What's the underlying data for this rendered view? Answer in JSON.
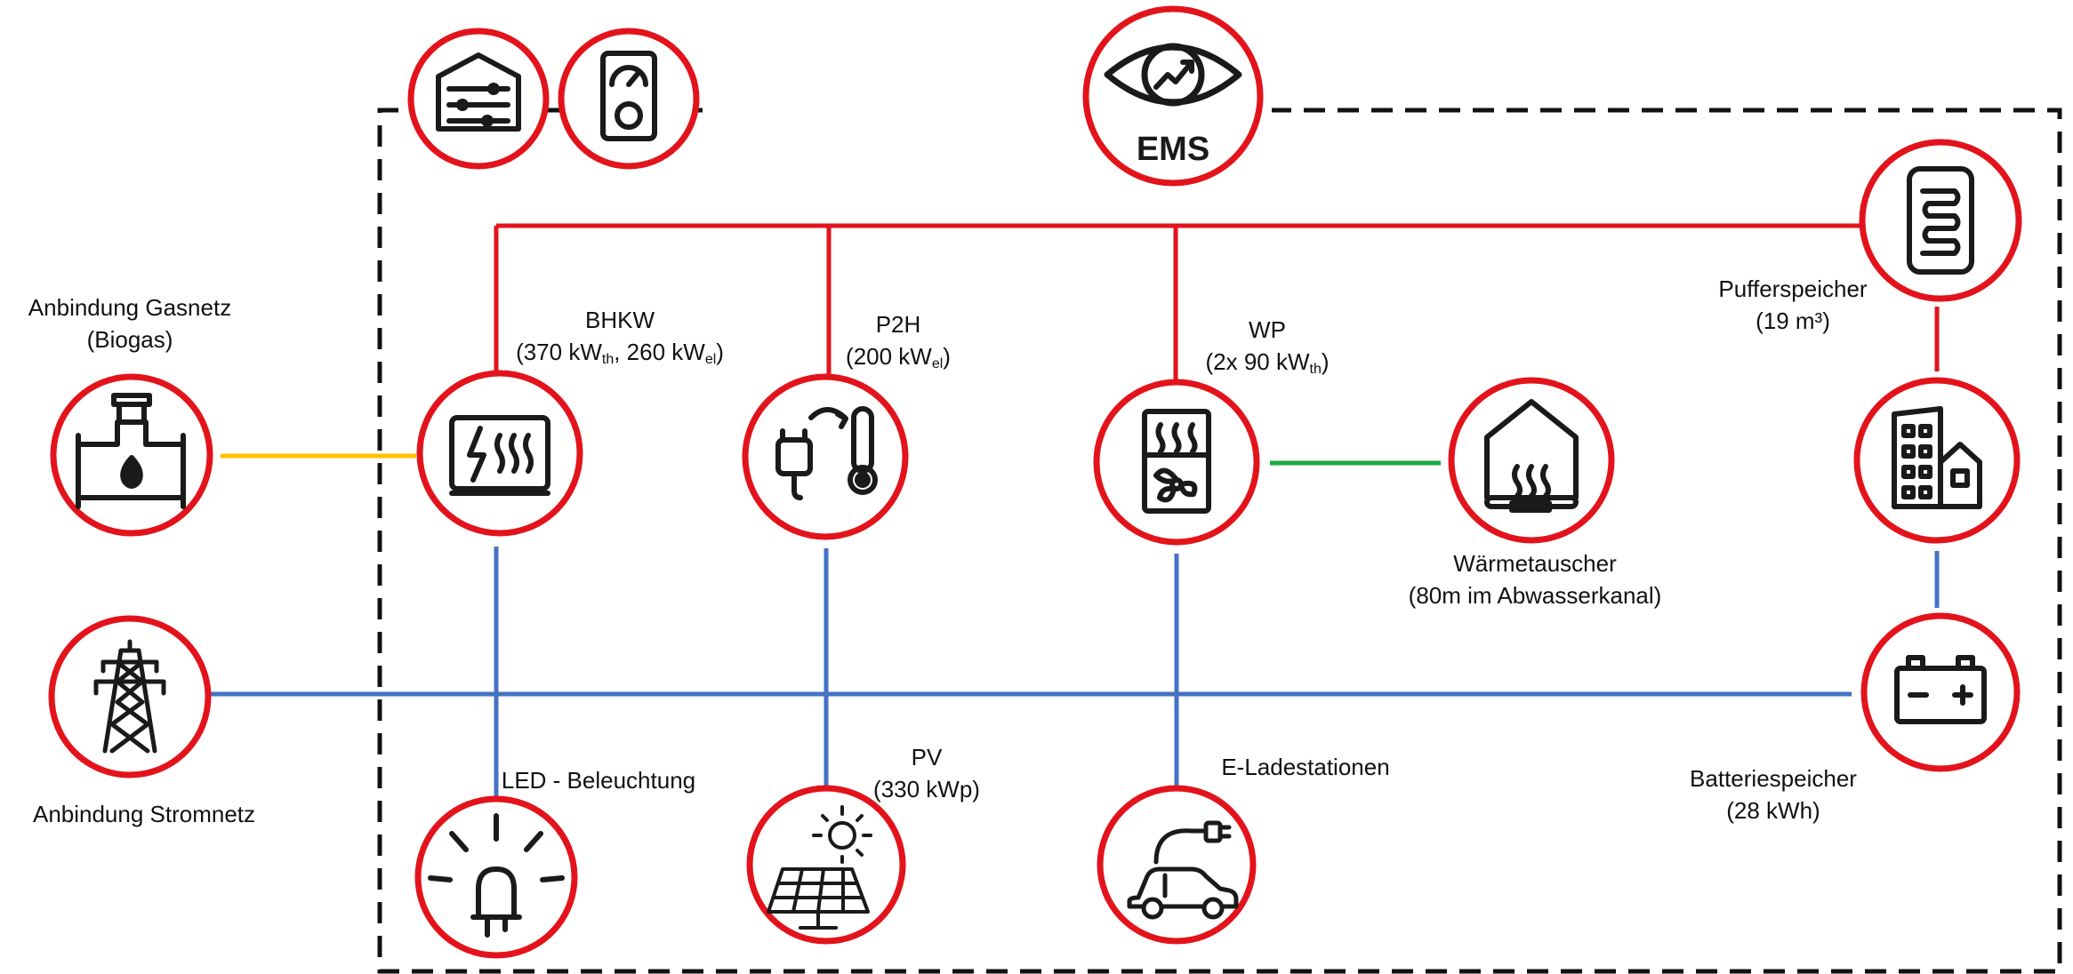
{
  "ems": {
    "label": "EMS"
  },
  "nodes": {
    "gasnetz": {
      "line1": "Anbindung Gasnetz",
      "line2": "(Biogas)",
      "icon": "gas-pipe-icon"
    },
    "stromnetz": {
      "line1": "Anbindung Stromnetz",
      "icon": "power-pylon-icon"
    },
    "bhkw": {
      "title": "BHKW",
      "detail_prefix": "(370 kW",
      "detail_sub1": "th",
      "detail_mid": ", 260 kW",
      "detail_sub2": "el",
      "detail_suffix": ")",
      "icon": "chp-generator-icon"
    },
    "p2h": {
      "title": "P2H",
      "detail_prefix": "(200 kW",
      "detail_sub": "el",
      "detail_suffix": ")",
      "icon": "power-to-heat-icon"
    },
    "wp": {
      "title": "WP",
      "detail_prefix": "(2x 90 kW",
      "detail_sub": "th",
      "detail_suffix": ")",
      "icon": "heat-pump-icon"
    },
    "waermetauscher": {
      "line1": "Wärmetauscher",
      "line2": "(80m im Abwasserkanal)",
      "icon": "heat-exchanger-icon"
    },
    "pufferspeicher": {
      "line1": "Pufferspeicher",
      "line2": "(19 m³)",
      "icon": "buffer-tank-icon"
    },
    "gebaeude": {
      "icon": "buildings-icon"
    },
    "batterie": {
      "line1": "Batteriespeicher",
      "line2": "(28 kWh)",
      "icon": "battery-icon"
    },
    "led": {
      "line1": "LED - Beleuchtung",
      "icon": "led-icon"
    },
    "pv": {
      "line1": "PV",
      "line2": "(330 kWp)",
      "icon": "solar-panel-icon"
    },
    "eladen": {
      "line1": "E-Ladestationen",
      "icon": "ev-charging-icon"
    },
    "steuerung": {
      "icon": "control-panel-icon"
    },
    "messung": {
      "icon": "meter-icon"
    }
  },
  "colors": {
    "circle_stroke": "#e3131b",
    "heat_line": "#e3131b",
    "power_line": "#4472c4",
    "gas_line": "#ffc000",
    "exchange_line": "#1aaa3f",
    "boundary": "#111111",
    "icon": "#1a1a1a"
  }
}
